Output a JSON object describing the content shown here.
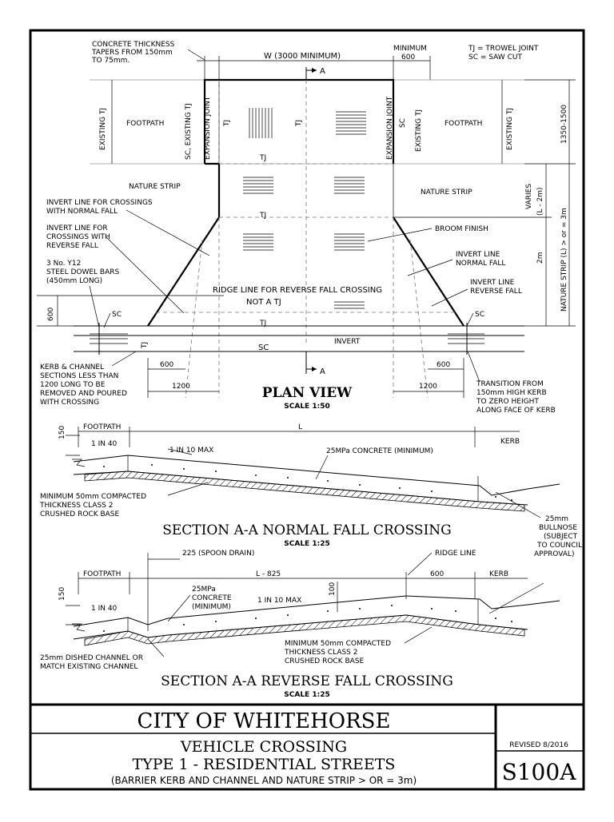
{
  "legend": {
    "tj": "TJ = TROWEL JOINT",
    "sc": "SC = SAW CUT"
  },
  "plan": {
    "title": "PLAN VIEW",
    "scale": "SCALE 1:50",
    "concrete_taper": [
      "CONCRETE THICKNESS",
      "TAPERS FROM 150mm",
      "TO 75mm."
    ],
    "width_dim": "W (3000 MINIMUM)",
    "minimum": "MINIMUM",
    "min_600": "600",
    "section_mark": "A",
    "existing_tj": "EXISTING TJ",
    "footpath": "FOOTPATH",
    "sc_existing_tj": "SC, EXISTING TJ",
    "expansion_joint": "EXPANSION JOINT",
    "tj": "TJ",
    "sc": "SC",
    "nature_strip": "NATURE STRIP",
    "dim_1350_1500": "1350-1500",
    "varies": "VARIES",
    "varies_range": "(L - 2m)",
    "two_m": "2m",
    "nature_strip_l": "NATURE STRIP (L) > or = 3m",
    "invert_normal_left": [
      "INVERT LINE FOR CROSSINGS",
      "WITH NORMAL FALL"
    ],
    "invert_reverse_left": [
      "INVERT LINE FOR",
      "CROSSINGS WITH",
      "REVERSE FALL"
    ],
    "dowel_bars": [
      "3 No. Y12",
      "STEEL DOWEL BARS",
      "(450mm LONG)"
    ],
    "broom_finish": "BROOM FINISH",
    "invert_normal_right": [
      "INVERT LINE",
      "NORMAL FALL"
    ],
    "invert_reverse_right": [
      "INVERT LINE",
      "REVERSE FALL"
    ],
    "ridge_line": "RIDGE LINE FOR REVERSE FALL CROSSING",
    "not_a_tj": "NOT A TJ",
    "invert": "INVERT",
    "dim_600": "600",
    "dim_1200": "1200",
    "kerb_channel": [
      "KERB & CHANNEL",
      "SECTIONS LESS THAN",
      "1200 LONG TO BE",
      "REMOVED AND POURED",
      "WITH CROSSING"
    ],
    "transition": [
      "TRANSITION FROM",
      "150mm HIGH KERB",
      "TO ZERO HEIGHT",
      "ALONG FACE OF KERB"
    ]
  },
  "section_normal": {
    "title": "SECTION A-A NORMAL FALL CROSSING",
    "scale": "SCALE 1:25",
    "footpath": "FOOTPATH",
    "dim_150": "150",
    "slope_40": "1 IN 40",
    "slope_10": "1 IN 10 MAX",
    "l": "L",
    "kerb": "KERB",
    "concrete": "25MPa CONCRETE (MINIMUM)",
    "base": [
      "MINIMUM 50mm COMPACTED",
      "THICKNESS CLASS 2",
      "CRUSHED ROCK BASE"
    ],
    "bullnose": [
      "25mm",
      "BULLNOSE",
      "(SUBJECT",
      "TO COUNCIL",
      "APPROVAL)"
    ]
  },
  "section_reverse": {
    "title": "SECTION A-A REVERSE FALL CROSSING",
    "scale": "SCALE 1:25",
    "spoon_drain": "225 (SPOON DRAIN)",
    "ridge_line": "RIDGE LINE",
    "footpath": "FOOTPATH",
    "l_825": "L - 825",
    "dim_600": "600",
    "kerb": "KERB",
    "dim_150": "150",
    "dim_100": "100",
    "slope_40": "1 IN 40",
    "slope_10": "1 IN 10 MAX",
    "concrete": [
      "25MPa",
      "CONCRETE",
      "(MINIMUM)"
    ],
    "base": [
      "MINIMUM 50mm COMPACTED",
      "THICKNESS CLASS 2",
      "CRUSHED ROCK BASE"
    ],
    "dished": [
      "25mm DISHED CHANNEL OR",
      "MATCH EXISTING CHANNEL"
    ]
  },
  "title_block": {
    "council": "CITY OF WHITEHORSE",
    "line1": "VEHICLE CROSSING",
    "line2": "TYPE 1 - RESIDENTIAL STREETS",
    "line3": "(BARRIER KERB AND CHANNEL AND NATURE STRIP > OR = 3m)",
    "revised": "REVISED 8/2016",
    "drawing_no": "S100A"
  }
}
